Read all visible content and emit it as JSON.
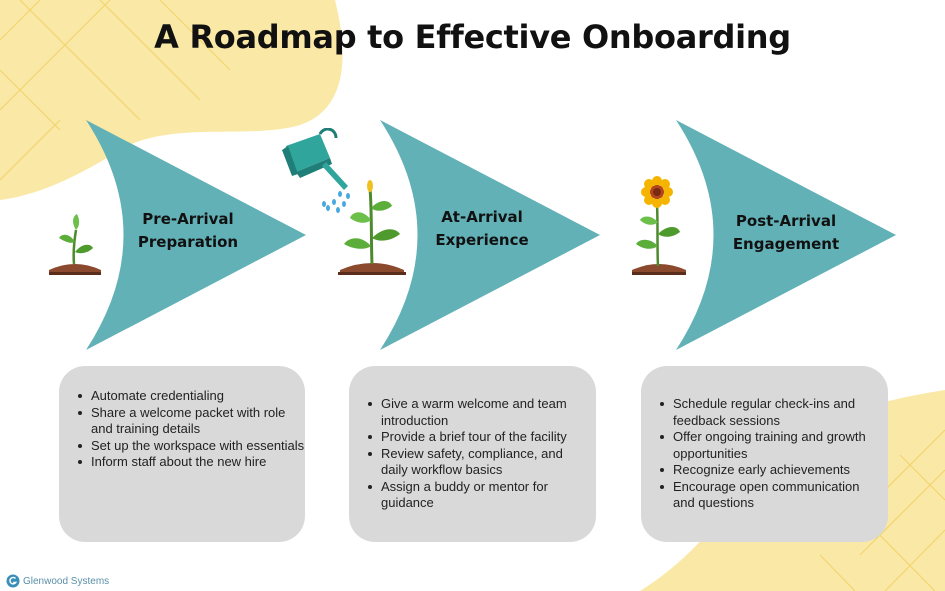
{
  "title": "A Roadmap to Effective Onboarding",
  "colors": {
    "chevron": "#62b1b7",
    "background_blob": "#fae9a6",
    "card": "#d9d9d9",
    "leaf": "#5cae3a",
    "soil": "#8b4a2e",
    "watering_can": "#2fa59c",
    "sunflower": "#f4b400"
  },
  "stages": [
    {
      "label_line1": "Pre-Arrival",
      "label_line2": "Preparation",
      "icon": "seedling-icon",
      "items": [
        "Automate credentialing",
        "Share a welcome packet with role and training details",
        "Set up the workspace with essentials",
        "Inform staff about the new hire"
      ]
    },
    {
      "label_line1": "At-Arrival",
      "label_line2": "Experience",
      "icon": "watering-plant-icon",
      "items": [
        "Give a warm welcome and team introduction",
        "Provide a brief tour of the facility",
        "Review safety, compliance, and daily workflow basics",
        "Assign a buddy or mentor for guidance"
      ]
    },
    {
      "label_line1": "Post-Arrival",
      "label_line2": "Engagement",
      "icon": "sunflower-icon",
      "items": [
        "Schedule regular check-ins and feedback sessions",
        "Offer ongoing training and growth opportunities",
        "Recognize early achievements",
        "Encourage open communication and questions"
      ]
    }
  ],
  "logo": {
    "text": "Glenwood Systems",
    "icon": "glenwood-logo-icon"
  }
}
